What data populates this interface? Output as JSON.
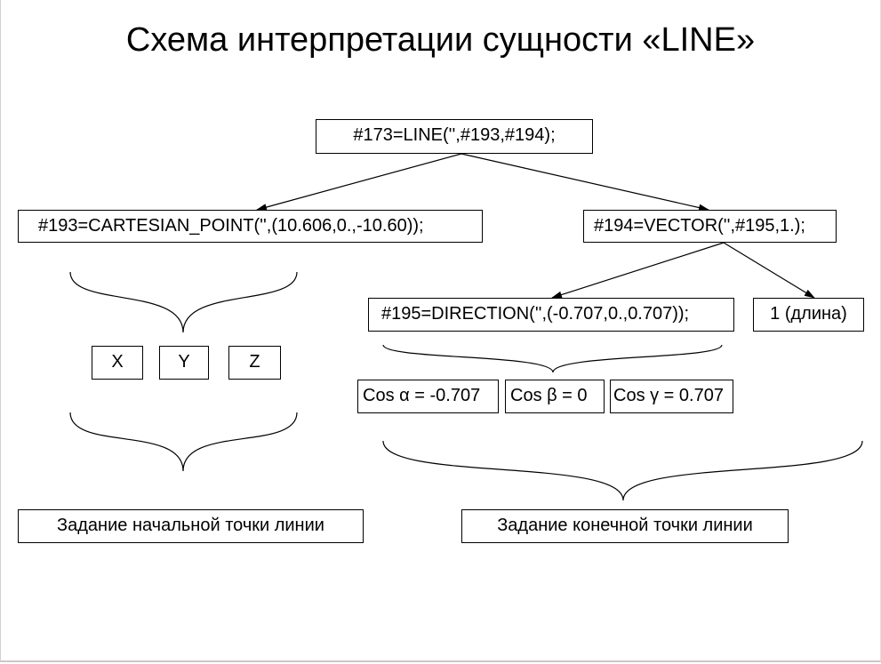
{
  "title": "Схема интерпретации сущности «LINE»",
  "nodes": {
    "line": "#173=LINE('',#193,#194);",
    "point": "#193=CARTESIAN_POINT('',(10.606,0.,-10.60));",
    "vector": "#194=VECTOR('',#195,1.);",
    "direction": "#195=DIRECTION('',(-0.707,0.,0.707));",
    "length": "1 (длина)",
    "x": "X",
    "y": "Y",
    "z": "Z",
    "cos_alpha": "Cos α = -0.707",
    "cos_beta": "Cos β = 0",
    "cos_gamma": "Cos γ = 0.707",
    "start_point": "Задание начальной точки линии",
    "end_point": "Задание конечной точки линии"
  }
}
